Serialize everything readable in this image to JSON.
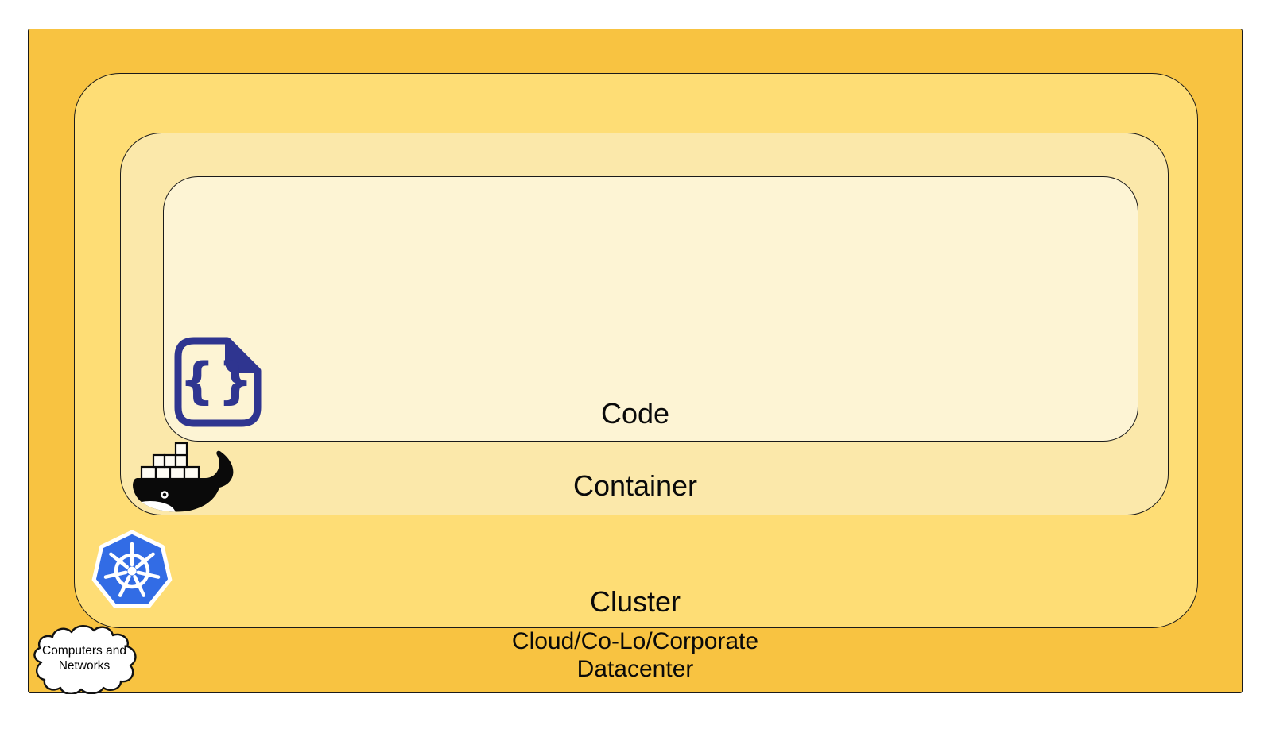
{
  "diagram": {
    "type": "nested-containment",
    "layers": [
      {
        "name": "datacenter",
        "label_line1": "Cloud/Co-Lo/Corporate",
        "label_line2": "Datacenter",
        "fill": "#F8C341"
      },
      {
        "name": "cluster",
        "label": "Cluster",
        "fill": "#FEDD75"
      },
      {
        "name": "container",
        "label": "Container",
        "fill": "#FBE8AA"
      },
      {
        "name": "code",
        "label": "Code",
        "fill": "#FDF4D4"
      }
    ],
    "icons": {
      "code_file": {
        "name": "code-file-icon",
        "glyph": "{}",
        "color": "#2F3590"
      },
      "docker": {
        "name": "docker-whale-icon",
        "color": "#0A0A0A"
      },
      "kubernetes": {
        "name": "kubernetes-icon",
        "color": "#326CE5"
      },
      "cloud": {
        "name": "cloud-icon",
        "fill": "#FFFFFF",
        "label_line1": "Computers and",
        "label_line2": "Networks"
      }
    },
    "border_color": "#1A1A1A",
    "text_color": "#0A0A0A"
  }
}
